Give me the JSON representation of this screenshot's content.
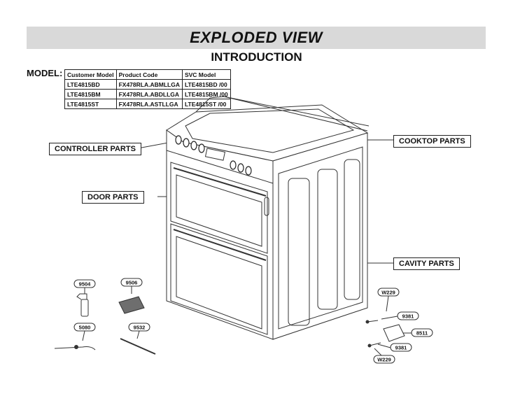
{
  "header": {
    "title": "EXPLODED VIEW",
    "subtitle": "INTRODUCTION"
  },
  "model": {
    "label": "MODEL:",
    "columns": [
      "Customer Model",
      "Product Code",
      "SVC Model"
    ],
    "rows": [
      [
        "LTE4815BD",
        "FX478RLA.ABMLLGA",
        "LTE4815BD /00"
      ],
      [
        "LTE4815BM",
        "FX478RLA.ABDLLGA",
        "LTE4815BM /00"
      ],
      [
        "LTE4815ST",
        "FX478RLA.ASTLLGA",
        "LTE4815ST /00"
      ]
    ]
  },
  "callouts": {
    "controller": "CONTROLLER  PARTS",
    "door": "DOOR PARTS",
    "cooktop": "COOKTOP PARTS",
    "cavity": "CAVITY PARTS"
  },
  "parts": {
    "p9504": "9504",
    "p9506": "9506",
    "p5080": "5080",
    "p9532": "9532",
    "w229_top": "W229",
    "p9381_top": "9381",
    "p8511": "8511",
    "p9381_bottom": "9381",
    "w229_bottom": "W229"
  }
}
